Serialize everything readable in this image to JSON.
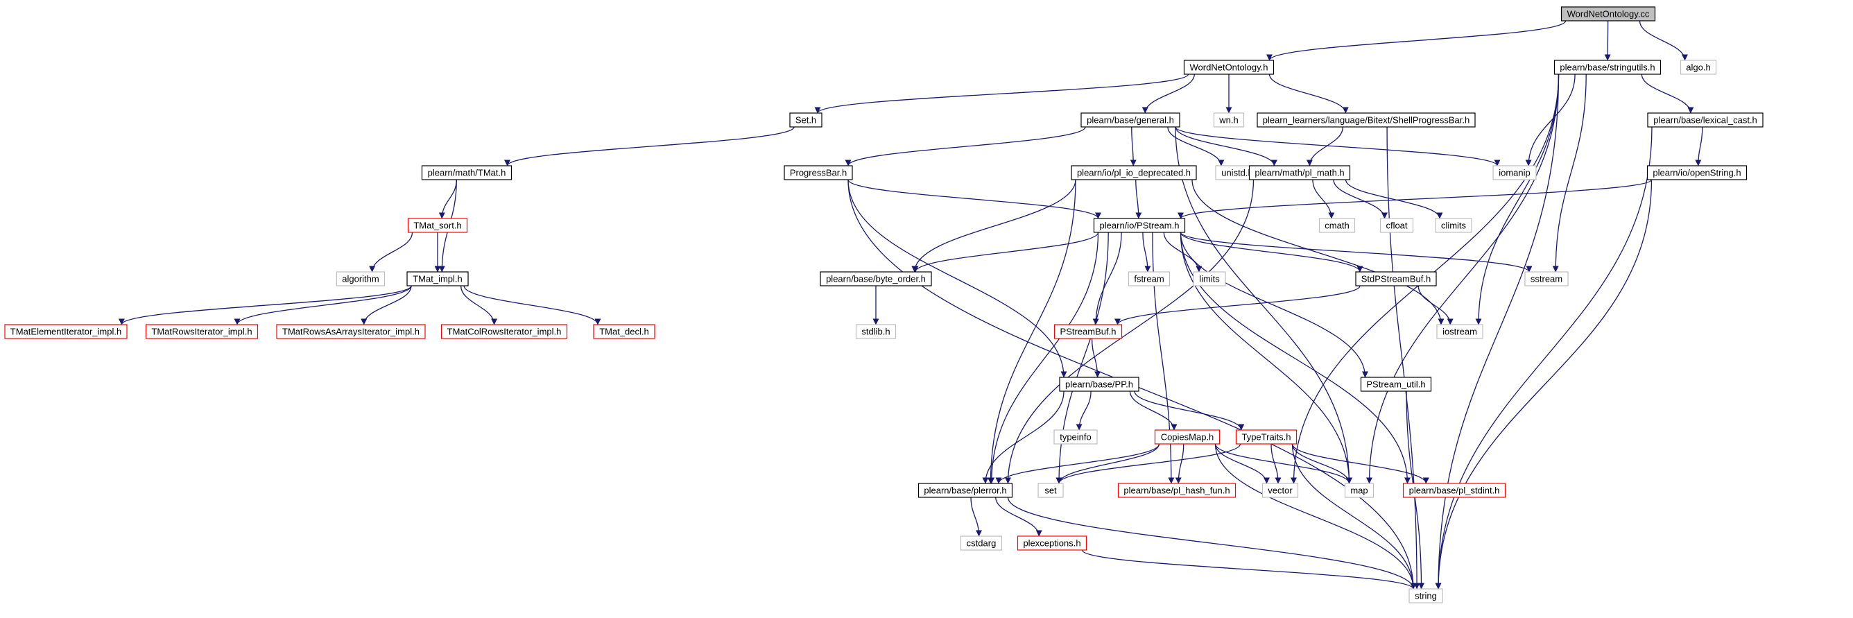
{
  "colors": {
    "edge": "#191970",
    "root_fill": "#bfbfbf",
    "documented_border": "#000000",
    "truncated_border": "#ff0000",
    "external_border": "#bfbfbf",
    "background": "#ffffff"
  },
  "nodes": [
    {
      "id": "wordnetontology_cc",
      "label": "WordNetOntology.cc",
      "kind": "root"
    },
    {
      "id": "wordnetontology_h",
      "label": "WordNetOntology.h",
      "kind": "documented"
    },
    {
      "id": "stringutils_h",
      "label": "plearn/base/stringutils.h",
      "kind": "documented"
    },
    {
      "id": "algo_h",
      "label": "algo.h",
      "kind": "external"
    },
    {
      "id": "set_h",
      "label": "Set.h",
      "kind": "documented"
    },
    {
      "id": "general_h",
      "label": "plearn/base/general.h",
      "kind": "documented"
    },
    {
      "id": "wn_h",
      "label": "wn.h",
      "kind": "external"
    },
    {
      "id": "shellprogressbar_h",
      "label": "plearn_learners/language/Bitext/ShellProgressBar.h",
      "kind": "documented"
    },
    {
      "id": "lexical_cast_h",
      "label": "plearn/base/lexical_cast.h",
      "kind": "documented"
    },
    {
      "id": "tmat_h",
      "label": "plearn/math/TMat.h",
      "kind": "documented"
    },
    {
      "id": "progressbar_h",
      "label": "ProgressBar.h",
      "kind": "documented"
    },
    {
      "id": "pl_io_deprecated_h",
      "label": "plearn/io/pl_io_deprecated.h",
      "kind": "documented"
    },
    {
      "id": "unistd_h",
      "label": "unistd.h",
      "kind": "external"
    },
    {
      "id": "pl_math_h",
      "label": "plearn/math/pl_math.h",
      "kind": "documented"
    },
    {
      "id": "iomanip",
      "label": "iomanip",
      "kind": "external"
    },
    {
      "id": "openstring_h",
      "label": "plearn/io/openString.h",
      "kind": "documented"
    },
    {
      "id": "tmat_sort_h",
      "label": "TMat_sort.h",
      "kind": "truncated"
    },
    {
      "id": "pstream_h",
      "label": "plearn/io/PStream.h",
      "kind": "documented"
    },
    {
      "id": "cmath",
      "label": "cmath",
      "kind": "external"
    },
    {
      "id": "cfloat",
      "label": "cfloat",
      "kind": "external"
    },
    {
      "id": "climits",
      "label": "climits",
      "kind": "external"
    },
    {
      "id": "algorithm",
      "label": "algorithm",
      "kind": "external"
    },
    {
      "id": "tmat_impl_h",
      "label": "TMat_impl.h",
      "kind": "documented"
    },
    {
      "id": "byte_order_h",
      "label": "plearn/base/byte_order.h",
      "kind": "documented"
    },
    {
      "id": "fstream",
      "label": "fstream",
      "kind": "external"
    },
    {
      "id": "limits",
      "label": "limits",
      "kind": "external"
    },
    {
      "id": "stdpstreambuf_h",
      "label": "StdPStreamBuf.h",
      "kind": "documented"
    },
    {
      "id": "sstream",
      "label": "sstream",
      "kind": "external"
    },
    {
      "id": "tmatelementiterator_impl_h",
      "label": "TMatElementIterator_impl.h",
      "kind": "truncated"
    },
    {
      "id": "tmatrowsiterator_impl_h",
      "label": "TMatRowsIterator_impl.h",
      "kind": "truncated"
    },
    {
      "id": "tmatrowsasarraysiterator_impl_h",
      "label": "TMatRowsAsArraysIterator_impl.h",
      "kind": "truncated"
    },
    {
      "id": "tmatcolrowsiterator_impl_h",
      "label": "TMatColRowsIterator_impl.h",
      "kind": "truncated"
    },
    {
      "id": "tmat_decl_h",
      "label": "TMat_decl.h",
      "kind": "truncated"
    },
    {
      "id": "stdlib_h",
      "label": "stdlib.h",
      "kind": "external"
    },
    {
      "id": "pstreambuf_h",
      "label": "PStreamBuf.h",
      "kind": "truncated"
    },
    {
      "id": "iostream",
      "label": "iostream",
      "kind": "external"
    },
    {
      "id": "pp_h",
      "label": "plearn/base/PP.h",
      "kind": "documented"
    },
    {
      "id": "pstream_util_h",
      "label": "PStream_util.h",
      "kind": "documented"
    },
    {
      "id": "typeinfo",
      "label": "typeinfo",
      "kind": "external"
    },
    {
      "id": "copiesmap_h",
      "label": "CopiesMap.h",
      "kind": "truncated"
    },
    {
      "id": "typetraits_h",
      "label": "TypeTraits.h",
      "kind": "truncated"
    },
    {
      "id": "plerror_h",
      "label": "plearn/base/plerror.h",
      "kind": "documented"
    },
    {
      "id": "set",
      "label": "set",
      "kind": "external"
    },
    {
      "id": "pl_hash_fun_h",
      "label": "plearn/base/pl_hash_fun.h",
      "kind": "truncated"
    },
    {
      "id": "vector",
      "label": "vector",
      "kind": "external"
    },
    {
      "id": "map",
      "label": "map",
      "kind": "external"
    },
    {
      "id": "pl_stdint_h",
      "label": "plearn/base/pl_stdint.h",
      "kind": "truncated"
    },
    {
      "id": "cstdarg",
      "label": "cstdarg",
      "kind": "external"
    },
    {
      "id": "plexceptions_h",
      "label": "plexceptions.h",
      "kind": "truncated"
    },
    {
      "id": "string",
      "label": "string",
      "kind": "external"
    }
  ],
  "edges": [
    [
      "wordnetontology_cc",
      "wordnetontology_h"
    ],
    [
      "wordnetontology_cc",
      "stringutils_h"
    ],
    [
      "wordnetontology_cc",
      "algo_h"
    ],
    [
      "wordnetontology_h",
      "set_h"
    ],
    [
      "wordnetontology_h",
      "general_h"
    ],
    [
      "wordnetontology_h",
      "wn_h"
    ],
    [
      "wordnetontology_h",
      "shellprogressbar_h"
    ],
    [
      "set_h",
      "tmat_h"
    ],
    [
      "tmat_h",
      "tmat_sort_h"
    ],
    [
      "tmat_h",
      "tmat_impl_h"
    ],
    [
      "tmat_sort_h",
      "algorithm"
    ],
    [
      "tmat_sort_h",
      "tmat_impl_h"
    ],
    [
      "tmat_impl_h",
      "tmatelementiterator_impl_h"
    ],
    [
      "tmat_impl_h",
      "tmatrowsiterator_impl_h"
    ],
    [
      "tmat_impl_h",
      "tmatrowsasarraysiterator_impl_h"
    ],
    [
      "tmat_impl_h",
      "tmatcolrowsiterator_impl_h"
    ],
    [
      "tmat_impl_h",
      "tmat_decl_h"
    ],
    [
      "general_h",
      "progressbar_h"
    ],
    [
      "general_h",
      "pl_io_deprecated_h"
    ],
    [
      "general_h",
      "unistd_h"
    ],
    [
      "general_h",
      "pl_math_h"
    ],
    [
      "general_h",
      "iomanip"
    ],
    [
      "general_h",
      "map"
    ],
    [
      "shellprogressbar_h",
      "pl_math_h"
    ],
    [
      "shellprogressbar_h",
      "string"
    ],
    [
      "stringutils_h",
      "iomanip"
    ],
    [
      "stringutils_h",
      "lexical_cast_h"
    ],
    [
      "stringutils_h",
      "sstream"
    ],
    [
      "stringutils_h",
      "iostream"
    ],
    [
      "stringutils_h",
      "map"
    ],
    [
      "stringutils_h",
      "vector"
    ],
    [
      "stringutils_h",
      "string"
    ],
    [
      "lexical_cast_h",
      "openstring_h"
    ],
    [
      "lexical_cast_h",
      "string"
    ],
    [
      "openstring_h",
      "pstream_h"
    ],
    [
      "openstring_h",
      "string"
    ],
    [
      "progressbar_h",
      "pstream_h"
    ],
    [
      "progressbar_h",
      "pp_h"
    ],
    [
      "progressbar_h",
      "string"
    ],
    [
      "pl_io_deprecated_h",
      "pstream_h"
    ],
    [
      "pl_io_deprecated_h",
      "byte_order_h"
    ],
    [
      "pl_io_deprecated_h",
      "plerror_h"
    ],
    [
      "pl_io_deprecated_h",
      "iostream"
    ],
    [
      "pl_math_h",
      "cmath"
    ],
    [
      "pl_math_h",
      "cfloat"
    ],
    [
      "pl_math_h",
      "climits"
    ],
    [
      "pl_math_h",
      "plerror_h"
    ],
    [
      "pstream_h",
      "byte_order_h"
    ],
    [
      "pstream_h",
      "fstream"
    ],
    [
      "pstream_h",
      "limits"
    ],
    [
      "pstream_h",
      "stdpstreambuf_h"
    ],
    [
      "pstream_h",
      "sstream"
    ],
    [
      "pstream_h",
      "pstreambuf_h"
    ],
    [
      "pstream_h",
      "pstream_util_h"
    ],
    [
      "pstream_h",
      "plerror_h"
    ],
    [
      "pstream_h",
      "set"
    ],
    [
      "pstream_h",
      "map"
    ],
    [
      "pstream_h",
      "pl_hash_fun_h"
    ],
    [
      "pstream_h",
      "pl_stdint_h"
    ],
    [
      "byte_order_h",
      "stdlib_h"
    ],
    [
      "stdpstreambuf_h",
      "pstreambuf_h"
    ],
    [
      "stdpstreambuf_h",
      "iostream"
    ],
    [
      "pstreambuf_h",
      "pp_h"
    ],
    [
      "pp_h",
      "typeinfo"
    ],
    [
      "pp_h",
      "copiesmap_h"
    ],
    [
      "pp_h",
      "typetraits_h"
    ],
    [
      "pp_h",
      "plerror_h"
    ],
    [
      "copiesmap_h",
      "plerror_h"
    ],
    [
      "copiesmap_h",
      "set"
    ],
    [
      "copiesmap_h",
      "pl_hash_fun_h"
    ],
    [
      "copiesmap_h",
      "vector"
    ],
    [
      "copiesmap_h",
      "map"
    ],
    [
      "copiesmap_h",
      "string"
    ],
    [
      "typetraits_h",
      "set"
    ],
    [
      "typetraits_h",
      "vector"
    ],
    [
      "typetraits_h",
      "map"
    ],
    [
      "typetraits_h",
      "pl_stdint_h"
    ],
    [
      "typetraits_h",
      "string"
    ],
    [
      "pstream_util_h",
      "string"
    ],
    [
      "plerror_h",
      "cstdarg"
    ],
    [
      "plerror_h",
      "plexceptions_h"
    ],
    [
      "plerror_h",
      "string"
    ],
    [
      "plexceptions_h",
      "string"
    ]
  ]
}
